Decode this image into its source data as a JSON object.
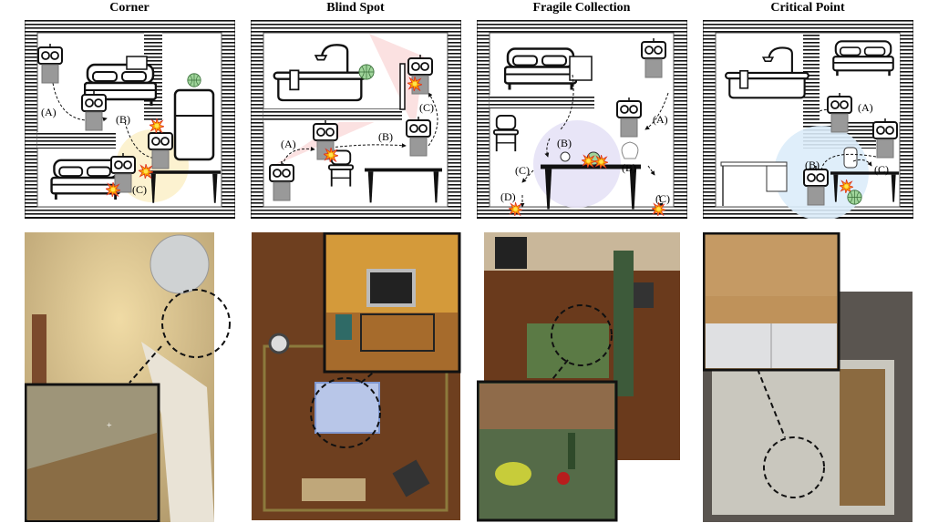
{
  "columns": [
    {
      "title": "Corner",
      "labels": [
        "(A)",
        "(B)",
        "(C)"
      ],
      "highlight_color": "#fbf0c8"
    },
    {
      "title": "Blind Spot",
      "labels": [
        "(A)",
        "(B)",
        "(C)"
      ],
      "highlight_color": "#fbe1e1"
    },
    {
      "title": "Fragile Collection",
      "labels": [
        "(B)",
        "(A)",
        "(C)",
        "(B)",
        "(D)",
        "(C)"
      ],
      "highlight_color": "#e6e2f6"
    },
    {
      "title": "Critical Point",
      "labels": [
        "(A)",
        "(B)",
        "(C)"
      ],
      "highlight_color": "#dcecfa"
    }
  ]
}
